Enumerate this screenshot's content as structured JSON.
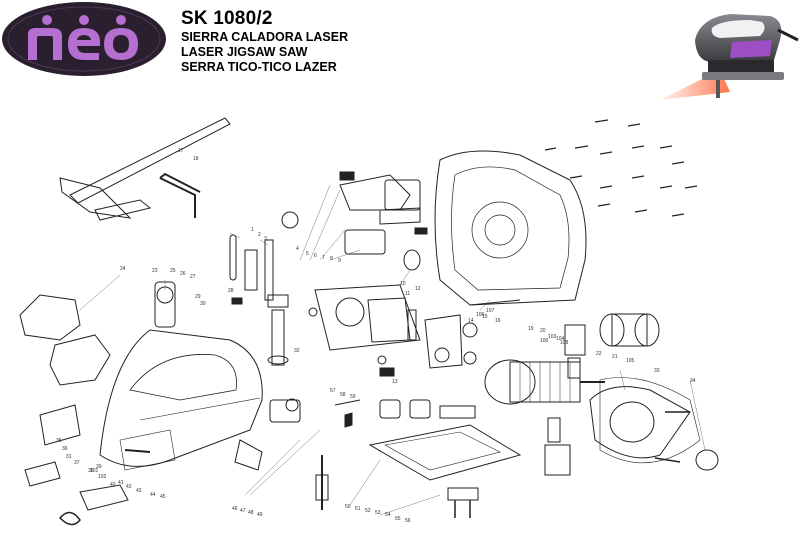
{
  "brand": {
    "logo_text": "neo",
    "colors": {
      "logo_bg": "#2a1f2e",
      "logo_letters": "#b46fd0",
      "accent": "#9b4fc2"
    }
  },
  "header": {
    "model": "SK 1080/2",
    "name_es": "SIERRA CALADORA LASER",
    "name_en": "LASER JIGSAW SAW",
    "name_pt": "SERRA TICO-TICO LAZER"
  },
  "part_numbers": [
    "1",
    "2",
    "3",
    "4",
    "5",
    "6",
    "7",
    "8",
    "9",
    "10",
    "11",
    "12",
    "13",
    "14",
    "15",
    "16",
    "17",
    "18",
    "19",
    "20",
    "21",
    "22",
    "23",
    "24",
    "25",
    "26",
    "27",
    "28",
    "29",
    "30",
    "31",
    "32",
    "33",
    "34",
    "35",
    "36",
    "37",
    "38",
    "39",
    "40",
    "41",
    "42",
    "43",
    "44",
    "45",
    "46",
    "47",
    "48",
    "49",
    "50",
    "51",
    "52",
    "53",
    "54",
    "55",
    "56",
    "57",
    "58",
    "59",
    "100",
    "101",
    "102",
    "103",
    "104",
    "105",
    "106",
    "107",
    "108"
  ]
}
